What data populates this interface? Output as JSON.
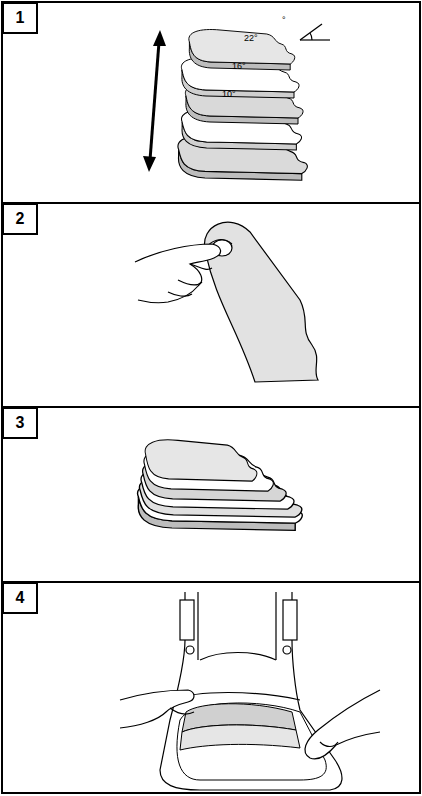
{
  "diagram": {
    "nodes": [
      {
        "text": [
          "1"
        ]
      },
      {
        "text": [
          "2"
        ]
      },
      {
        "text": [
          "3"
        ]
      },
      {
        "text": [
          "4"
        ]
      }
    ],
    "labels": [
      "°",
      "22°",
      "16°",
      "10°"
    ]
  }
}
